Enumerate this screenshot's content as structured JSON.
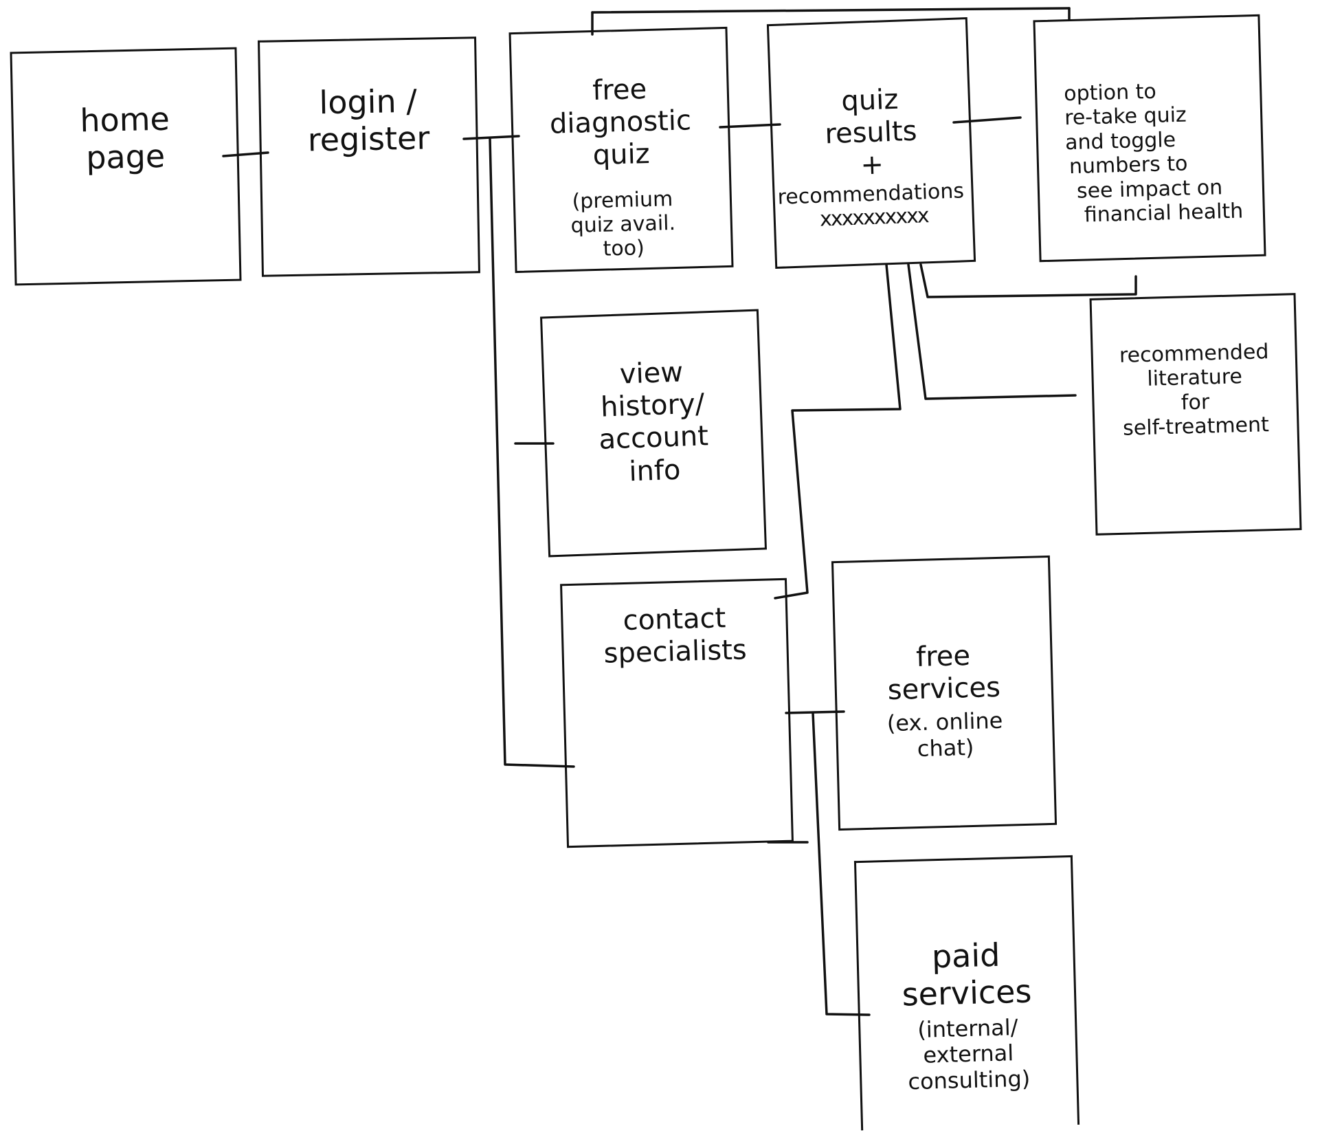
{
  "nodes": {
    "home": {
      "lines": [
        "home",
        "page"
      ]
    },
    "login": {
      "lines": [
        "login /",
        "register"
      ]
    },
    "quiz": {
      "lines": [
        "free",
        "diagnostic",
        "quiz"
      ],
      "note": [
        "(premium",
        "quiz avail.",
        "too)"
      ]
    },
    "results": {
      "lines": [
        "quiz",
        "results",
        "+",
        "recommendations"
      ],
      "scribble": "xxxxxxxxxx"
    },
    "retake": {
      "lines": [
        "option to",
        "re-take quiz",
        "and toggle",
        "numbers to",
        "see impact on",
        "financial health"
      ]
    },
    "literature": {
      "lines": [
        "recommended",
        "literature",
        "for",
        "self-treatment"
      ]
    },
    "history": {
      "lines": [
        "view",
        "history/",
        "account",
        "info"
      ]
    },
    "contact": {
      "lines": [
        "contact",
        "specialists"
      ]
    },
    "free_services": {
      "lines": [
        "free",
        "services"
      ],
      "note": [
        "(ex. online",
        "chat)"
      ]
    },
    "paid_services": {
      "lines": [
        "paid",
        "services"
      ],
      "note": [
        "(internal/",
        "external",
        "consulting)"
      ]
    }
  },
  "colors": {
    "ink": "#111111",
    "paper": "#ffffff"
  }
}
